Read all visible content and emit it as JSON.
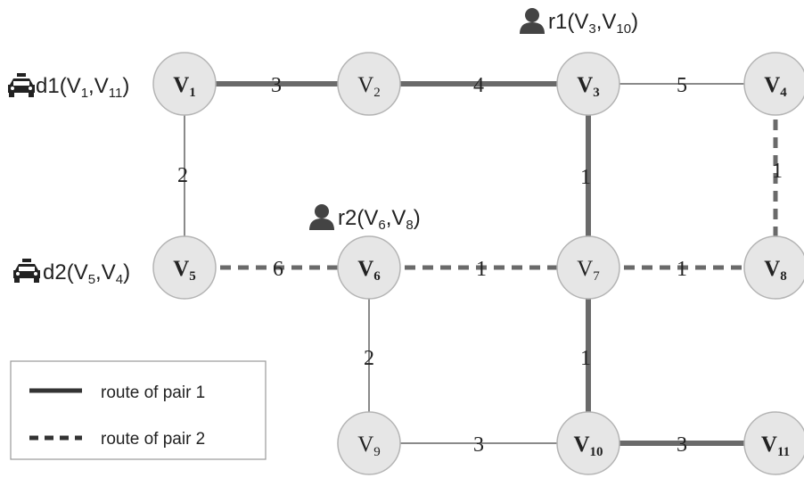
{
  "nodes": [
    {
      "id": "V1",
      "base": "V",
      "sub": "1",
      "bold": true
    },
    {
      "id": "V2",
      "base": "V",
      "sub": "2",
      "bold": false
    },
    {
      "id": "V3",
      "base": "V",
      "sub": "3",
      "bold": true
    },
    {
      "id": "V4",
      "base": "V",
      "sub": "4",
      "bold": true
    },
    {
      "id": "V5",
      "base": "V",
      "sub": "5",
      "bold": true
    },
    {
      "id": "V6",
      "base": "V",
      "sub": "6",
      "bold": true
    },
    {
      "id": "V7",
      "base": "V",
      "sub": "7",
      "bold": false
    },
    {
      "id": "V8",
      "base": "V",
      "sub": "8",
      "bold": true
    },
    {
      "id": "V9",
      "base": "V",
      "sub": "9",
      "bold": false
    },
    {
      "id": "V10",
      "base": "V",
      "sub": "10",
      "bold": true
    },
    {
      "id": "V11",
      "base": "V",
      "sub": "11",
      "bold": true
    }
  ],
  "edges": [
    {
      "from": "V1",
      "to": "V2",
      "weight": "3",
      "route": "pair1"
    },
    {
      "from": "V2",
      "to": "V3",
      "weight": "4",
      "route": "pair1"
    },
    {
      "from": "V3",
      "to": "V4",
      "weight": "5",
      "route": "none"
    },
    {
      "from": "V1",
      "to": "V5",
      "weight": "2",
      "route": "none"
    },
    {
      "from": "V3",
      "to": "V7",
      "weight": "1",
      "route": "pair1"
    },
    {
      "from": "V4",
      "to": "V8",
      "weight": "1",
      "route": "pair2"
    },
    {
      "from": "V5",
      "to": "V6",
      "weight": "6",
      "route": "pair2"
    },
    {
      "from": "V6",
      "to": "V7",
      "weight": "1",
      "route": "pair2"
    },
    {
      "from": "V7",
      "to": "V8",
      "weight": "1",
      "route": "pair2"
    },
    {
      "from": "V6",
      "to": "V9",
      "weight": "2",
      "route": "none"
    },
    {
      "from": "V7",
      "to": "V10",
      "weight": "1",
      "route": "pair1"
    },
    {
      "from": "V9",
      "to": "V10",
      "weight": "3",
      "route": "none"
    },
    {
      "from": "V10",
      "to": "V11",
      "weight": "3",
      "route": "pair1"
    }
  ],
  "drivers": [
    {
      "id": "d1",
      "name": "d1",
      "origin": "V1",
      "origin_sub": "1",
      "dest_sub": "11",
      "icon": "car-icon"
    },
    {
      "id": "d2",
      "name": "d2",
      "origin": "V5",
      "origin_sub": "5",
      "dest_sub": "4",
      "icon": "car-icon"
    }
  ],
  "riders": [
    {
      "id": "r1",
      "name": "r1",
      "origin_sub": "3",
      "dest_sub": "10",
      "icon": "person-icon"
    },
    {
      "id": "r2",
      "name": "r2",
      "origin_sub": "6",
      "dest_sub": "8",
      "icon": "person-icon"
    }
  ],
  "legend": {
    "pair1": "route of pair 1",
    "pair2": "route of pair 2"
  },
  "colors": {
    "node_fill": "#e6e6e6",
    "node_stroke": "#b4b4b4",
    "route_color": "#6a6a6a",
    "thin_edge": "#8a8a8a",
    "text": "#222222"
  }
}
